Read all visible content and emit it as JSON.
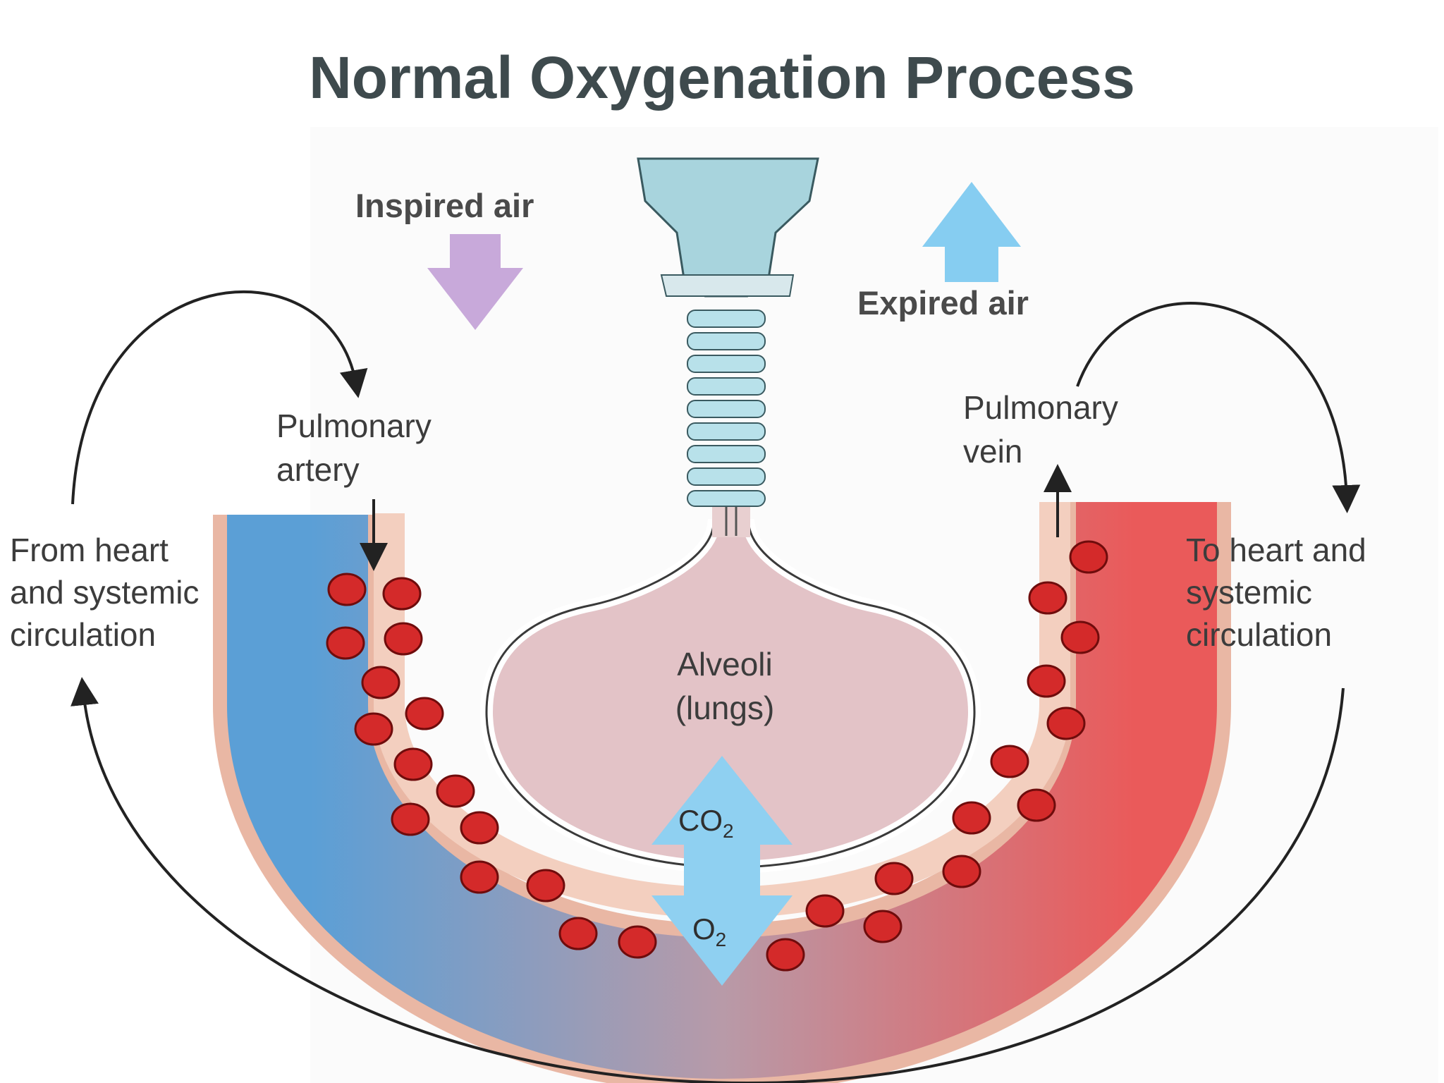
{
  "title": "Normal Oxygenation Process",
  "labels": {
    "inspired_air": "Inspired air",
    "expired_air": "Expired air",
    "pulmonary_artery_line1": "Pulmonary",
    "pulmonary_artery_line2": "artery",
    "pulmonary_vein_line1": "Pulmonary",
    "pulmonary_vein_line2": "vein",
    "from_heart_line1": "From heart",
    "from_heart_line2": "and systemic",
    "from_heart_line3": "circulation",
    "to_heart_line1": "To heart and",
    "to_heart_line2": "systemic",
    "to_heart_line3": "circulation",
    "alveoli_line1": "Alveoli",
    "alveoli_line2": "(lungs)",
    "co2_base": "CO",
    "co2_sub": "2",
    "o2_base": "O",
    "o2_sub": "2"
  },
  "colors": {
    "title": "#3e4a4d",
    "deoxygenated_blood": "#5b9fd6",
    "oxygenated_blood": "#e85b5b",
    "red_cell": "#d42a2a",
    "inspired_arrow": "#c9a9d9",
    "expired_arrow": "#87cdf0",
    "gas_exchange_arrow": "#8fd0f0",
    "vessel_wall": "#f2c9b8",
    "alveoli": "#e6c6ca",
    "trachea": "#a6d3dc"
  }
}
